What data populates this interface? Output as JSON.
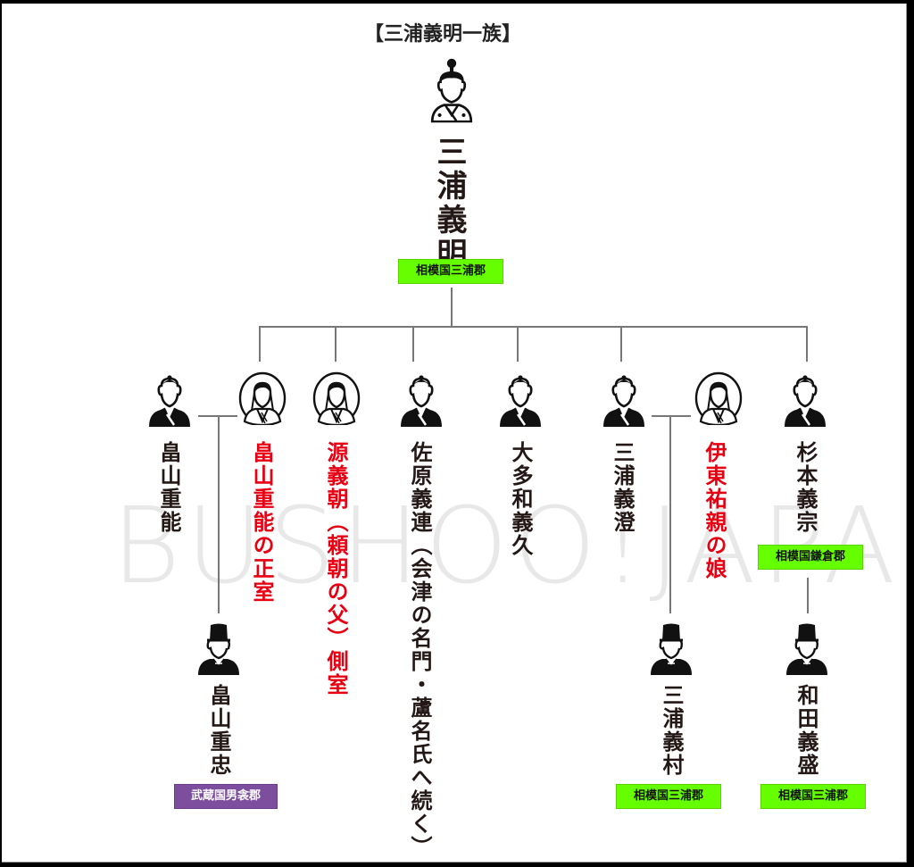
{
  "title": "【三浦義明一族】",
  "watermark": "BUSHOO!JAPAN",
  "colors": {
    "badge_green": "#66ff00",
    "badge_purple": "#7d4e9e",
    "female_name": "#e60012",
    "male_name": "#231815",
    "connector": "#777777"
  },
  "root": {
    "name": "三浦義明",
    "icon": "samurai-topknot-icon",
    "region": "相模国三浦郡"
  },
  "children": [
    {
      "name": "畠山重能",
      "icon": "samurai-icon",
      "gender": "male"
    },
    {
      "name": "畠山重能の正室",
      "icon": "woman-halo-icon",
      "gender": "female"
    },
    {
      "name": "源義朝（頼朝の父）側室",
      "icon": "woman-halo-icon",
      "gender": "female"
    },
    {
      "name": "佐原義連（会津の名門・蘆名氏へ続く）",
      "icon": "samurai-icon",
      "gender": "male"
    },
    {
      "name": "大多和義久",
      "icon": "samurai-icon",
      "gender": "male"
    },
    {
      "name": "三浦義澄",
      "icon": "samurai-icon",
      "gender": "male"
    },
    {
      "name": "伊東祐親の娘",
      "icon": "woman-halo-icon",
      "gender": "female"
    },
    {
      "name": "杉本義宗",
      "icon": "samurai-icon",
      "gender": "male",
      "region": "相模国鎌倉郡"
    }
  ],
  "grandchildren": [
    {
      "name": "畠山重忠",
      "icon": "eboshi-samurai-icon",
      "region": "武蔵国男衾郡",
      "region_color": "purple"
    },
    {
      "name": "三浦義村",
      "icon": "eboshi-samurai-icon",
      "region": "相模国三浦郡",
      "region_color": "green"
    },
    {
      "name": "和田義盛",
      "icon": "eboshi-samurai-icon",
      "region": "相模国三浦郡",
      "region_color": "green"
    }
  ]
}
